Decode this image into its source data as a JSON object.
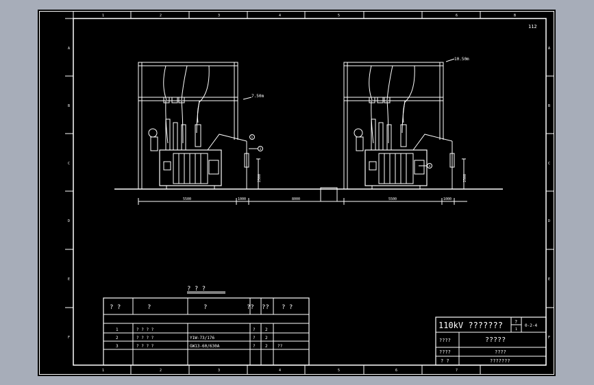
{
  "drawing": {
    "page_number": "112",
    "col_marks": [
      "1",
      "2",
      "3",
      "4",
      "5",
      "6",
      "B"
    ],
    "bottom_col_marks": [
      "1",
      "2",
      "3",
      "4",
      "5",
      "6",
      "7"
    ],
    "row_marks_left": [
      "A",
      "B",
      "C",
      "D",
      "E",
      "F"
    ],
    "row_marks_right": [
      "A",
      "B",
      "C",
      "D",
      "E",
      "F"
    ],
    "elevation_left": "7.50m",
    "elevation_right": "10.50m",
    "callouts": [
      "1",
      "3",
      "4"
    ],
    "dims": {
      "left_span": "5500",
      "left_short": "1000",
      "middle": "8000",
      "right_span": "5500",
      "right_short": "1000",
      "height_left": "2500",
      "height_right": "2500"
    }
  },
  "equipment_table": {
    "title": "? ? ?",
    "headers": [
      "? ?",
      "?",
      "?",
      "??",
      "??",
      "? ?"
    ],
    "rows": [
      [
        "1",
        "? ? ? ?",
        "",
        "?",
        "2",
        ""
      ],
      [
        "2",
        "? ? ? ?",
        "Y1W-73/176",
        "?",
        "2",
        ""
      ],
      [
        "3",
        "? ? ? ?",
        "GW13-60/630A",
        "?",
        "2",
        "??"
      ]
    ]
  },
  "title_block": {
    "title": "110kV ???????",
    "scale_label": "?",
    "scale_sub": "1",
    "drawing_no": "0-2-4",
    "row1_label": "????",
    "row1_value": "?????",
    "row2_label": "????",
    "row2_value": "????",
    "row3_label": "? ?",
    "row3_value": "???????"
  }
}
